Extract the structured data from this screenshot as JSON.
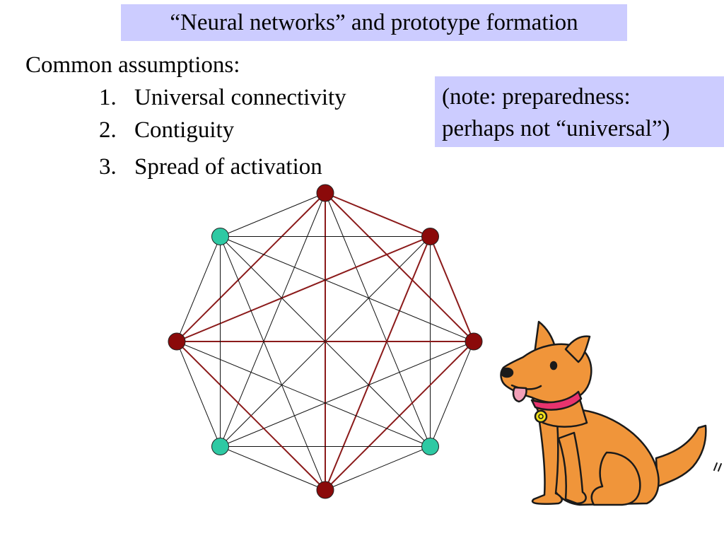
{
  "slide": {
    "title": "“Neural networks” and prototype formation",
    "heading": "Common assumptions:",
    "assumptions": [
      {
        "number": "1.",
        "text": "Universal connectivity"
      },
      {
        "number": "2.",
        "text": "Contiguity"
      },
      {
        "number": "3.",
        "text": "Spread of activation"
      }
    ],
    "note": {
      "line1": "(note: preparedness:",
      "line2": "perhaps not “universal”)"
    }
  },
  "network": {
    "node_count": 8,
    "active_color": "#8b0a0a",
    "inactive_color": "#2ec9a3",
    "active_edge_color": "#8b1a1a",
    "inactive_edge_color": "#111111",
    "nodes": [
      {
        "id": "n0",
        "active": true
      },
      {
        "id": "n1",
        "active": true
      },
      {
        "id": "n2",
        "active": true
      },
      {
        "id": "n3",
        "active": false
      },
      {
        "id": "n4",
        "active": true
      },
      {
        "id": "n5",
        "active": false
      },
      {
        "id": "n6",
        "active": true
      },
      {
        "id": "n7",
        "active": false
      }
    ]
  },
  "illustration": {
    "subject": "dog-icon",
    "body_color": "#f0953a",
    "collar_color": "#e8336e",
    "tag_color": "#f2e21c"
  }
}
